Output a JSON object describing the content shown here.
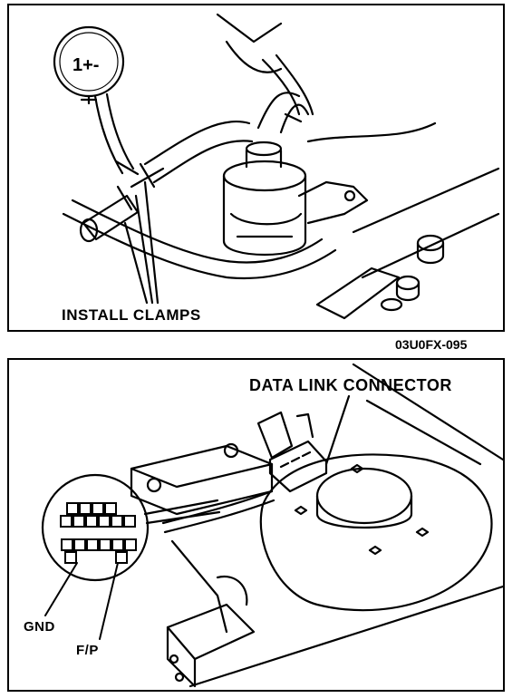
{
  "figure_id": "03U0FX-095",
  "top_panel": {
    "gauge_text": "1+-",
    "clamp_label": "INSTALL CLAMPS"
  },
  "bottom_panel": {
    "connector_label": "DATA LINK CONNECTOR",
    "terminal_labels": {
      "gnd": "GND",
      "fp": "F/P"
    }
  }
}
